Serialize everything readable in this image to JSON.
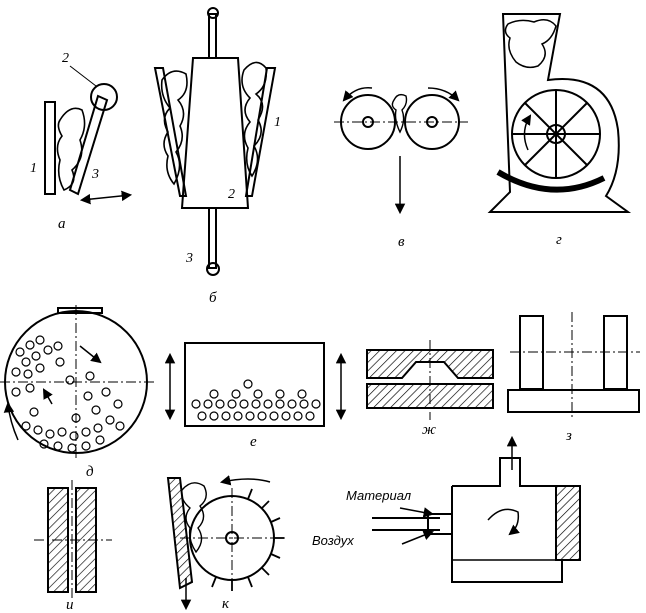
{
  "panels": {
    "a": {
      "letter": "а",
      "parts": [
        "1",
        "2",
        "3"
      ]
    },
    "b": {
      "letter": "б",
      "parts": [
        "1",
        "2",
        "3"
      ]
    },
    "v": {
      "letter": "в"
    },
    "g": {
      "letter": "г"
    },
    "d": {
      "letter": "д"
    },
    "e": {
      "letter": "е"
    },
    "zh": {
      "letter": "ж"
    },
    "z": {
      "letter": "з"
    },
    "i": {
      "letter": "и"
    },
    "k": {
      "letter": "к"
    },
    "l": {
      "material_label": "Материал",
      "air_label": "Воздух"
    }
  },
  "colors": {
    "ink": "#000000",
    "paper": "#ffffff"
  }
}
